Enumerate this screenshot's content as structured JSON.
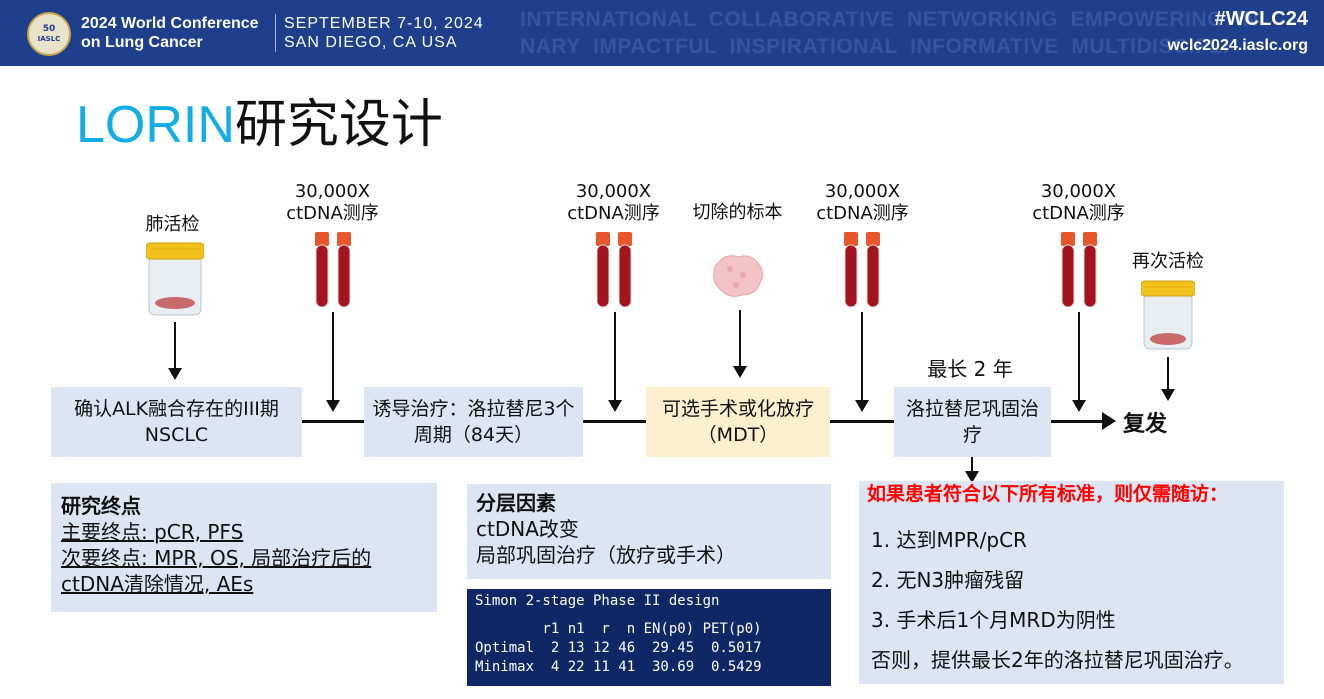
{
  "banner": {
    "badge_number": "50",
    "badge_text": "IASLC",
    "conference_name": "2024 World Conference on Lung Cancer",
    "dates": "SEPTEMBER 7-10, 2024",
    "location": "SAN DIEGO, CA USA",
    "background_words_line1": "INTERNATIONAL  COLLABORATIVE  NETWORKING  EMPOWERING  IN",
    "background_words_line2": "NARY  IMPACTFUL  INSPIRATIONAL  INFORMATIVE  MULTIDISCIPLI",
    "hashtag": "#WCLC24",
    "website": "wclc2024.iaslc.org",
    "color": "#1d3f8c"
  },
  "title": {
    "latin": "LORIN",
    "chinese": "研究设计",
    "accent_color": "#11aee6"
  },
  "timeline": {
    "biopsy_label": "肺活检",
    "sequencing_count": "30,000X",
    "sequencing_label": "ctDNA测序",
    "resected_specimen_label": "切除的标本",
    "rebiopsy_label": "再次活检",
    "max_duration_label": "最长 2 年",
    "stage1": "确认ALK融合存在的III期NSCLC",
    "stage2": "诱导治疗：洛拉替尼3个周期（84天）",
    "stage3": "可选手术或化放疗（MDT）",
    "stage4": "洛拉替尼巩固治疗",
    "outcome": "复发"
  },
  "endpoints": {
    "heading": "研究终点",
    "primary": "主要终点: pCR, PFS",
    "secondary_line1": "次要终点: MPR, OS, 局部治疗后的",
    "secondary_line2": "ctDNA清除情况, AEs"
  },
  "stratification": {
    "heading": "分层因素",
    "factor1": "ctDNA改变",
    "factor2": "局部巩固治疗（放疗或手术）"
  },
  "simon_design": {
    "title": "Simon 2-stage Phase II design",
    "columns": [
      "",
      "r1",
      "n1",
      "r",
      "n",
      "EN(p0)",
      "PET(p0)"
    ],
    "rows": [
      [
        "Optimal",
        "2",
        "13",
        "12",
        "46",
        "29.45",
        "0.5017"
      ],
      [
        "Minimax",
        "4",
        "22",
        "11",
        "41",
        "30.69",
        "0.5429"
      ]
    ]
  },
  "followup": {
    "heading": "如果患者符合以下所有标准，则仅需随访：",
    "criteria": [
      "1.   达到MPR/pCR",
      "2.   无N3肿瘤残留",
      "3.   手术后1个月MRD为阴性"
    ],
    "otherwise": "否则，提供最长2年的洛拉替尼巩固治疗。",
    "heading_color": "#ff0000"
  }
}
